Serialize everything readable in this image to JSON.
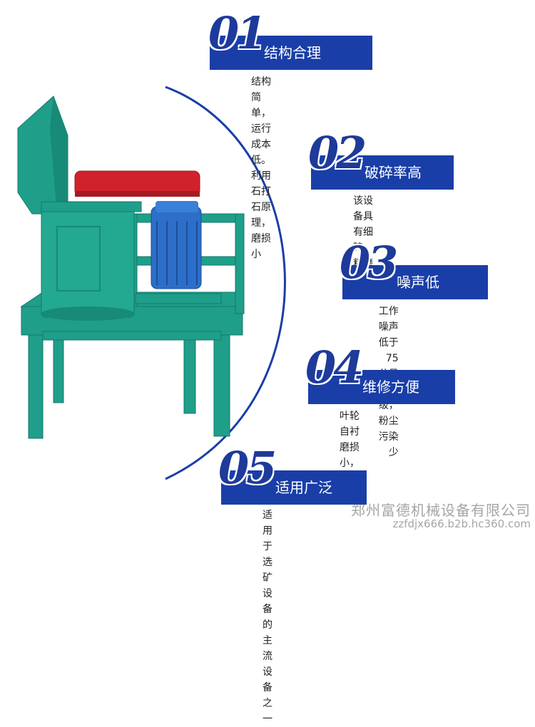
{
  "features": [
    {
      "number": "01",
      "title": "结构合理",
      "desc_lines": [
        "结构简单，运行成本低。利用石打石原理，",
        "磨损小"
      ]
    },
    {
      "number": "02",
      "title": "破碎率高",
      "desc_lines": [
        "该设备具有细碎、粗磨功能"
      ]
    },
    {
      "number": "03",
      "title": "噪声低",
      "desc_lines": [
        "工作噪声低于75分贝",
        "(db)级，粉尘污染少"
      ]
    },
    {
      "number": "04",
      "title": "维修方便",
      "desc_lines": [
        "叶轮自衬磨损小，维修方便"
      ]
    },
    {
      "number": "05",
      "title": "适用广泛",
      "desc_lines": [
        "适用于选矿设备的主流设备之一"
      ]
    }
  ],
  "watermark": {
    "company": "郑州富德机械设备有限公司",
    "site": "zzfdjx666.b2b.hc360.com"
  },
  "colors": {
    "accent_blue": "#1a3ea8",
    "machine_green": "#1f9e8a",
    "machine_red": "#d0222c",
    "motor_blue": "#2c6ec9"
  }
}
